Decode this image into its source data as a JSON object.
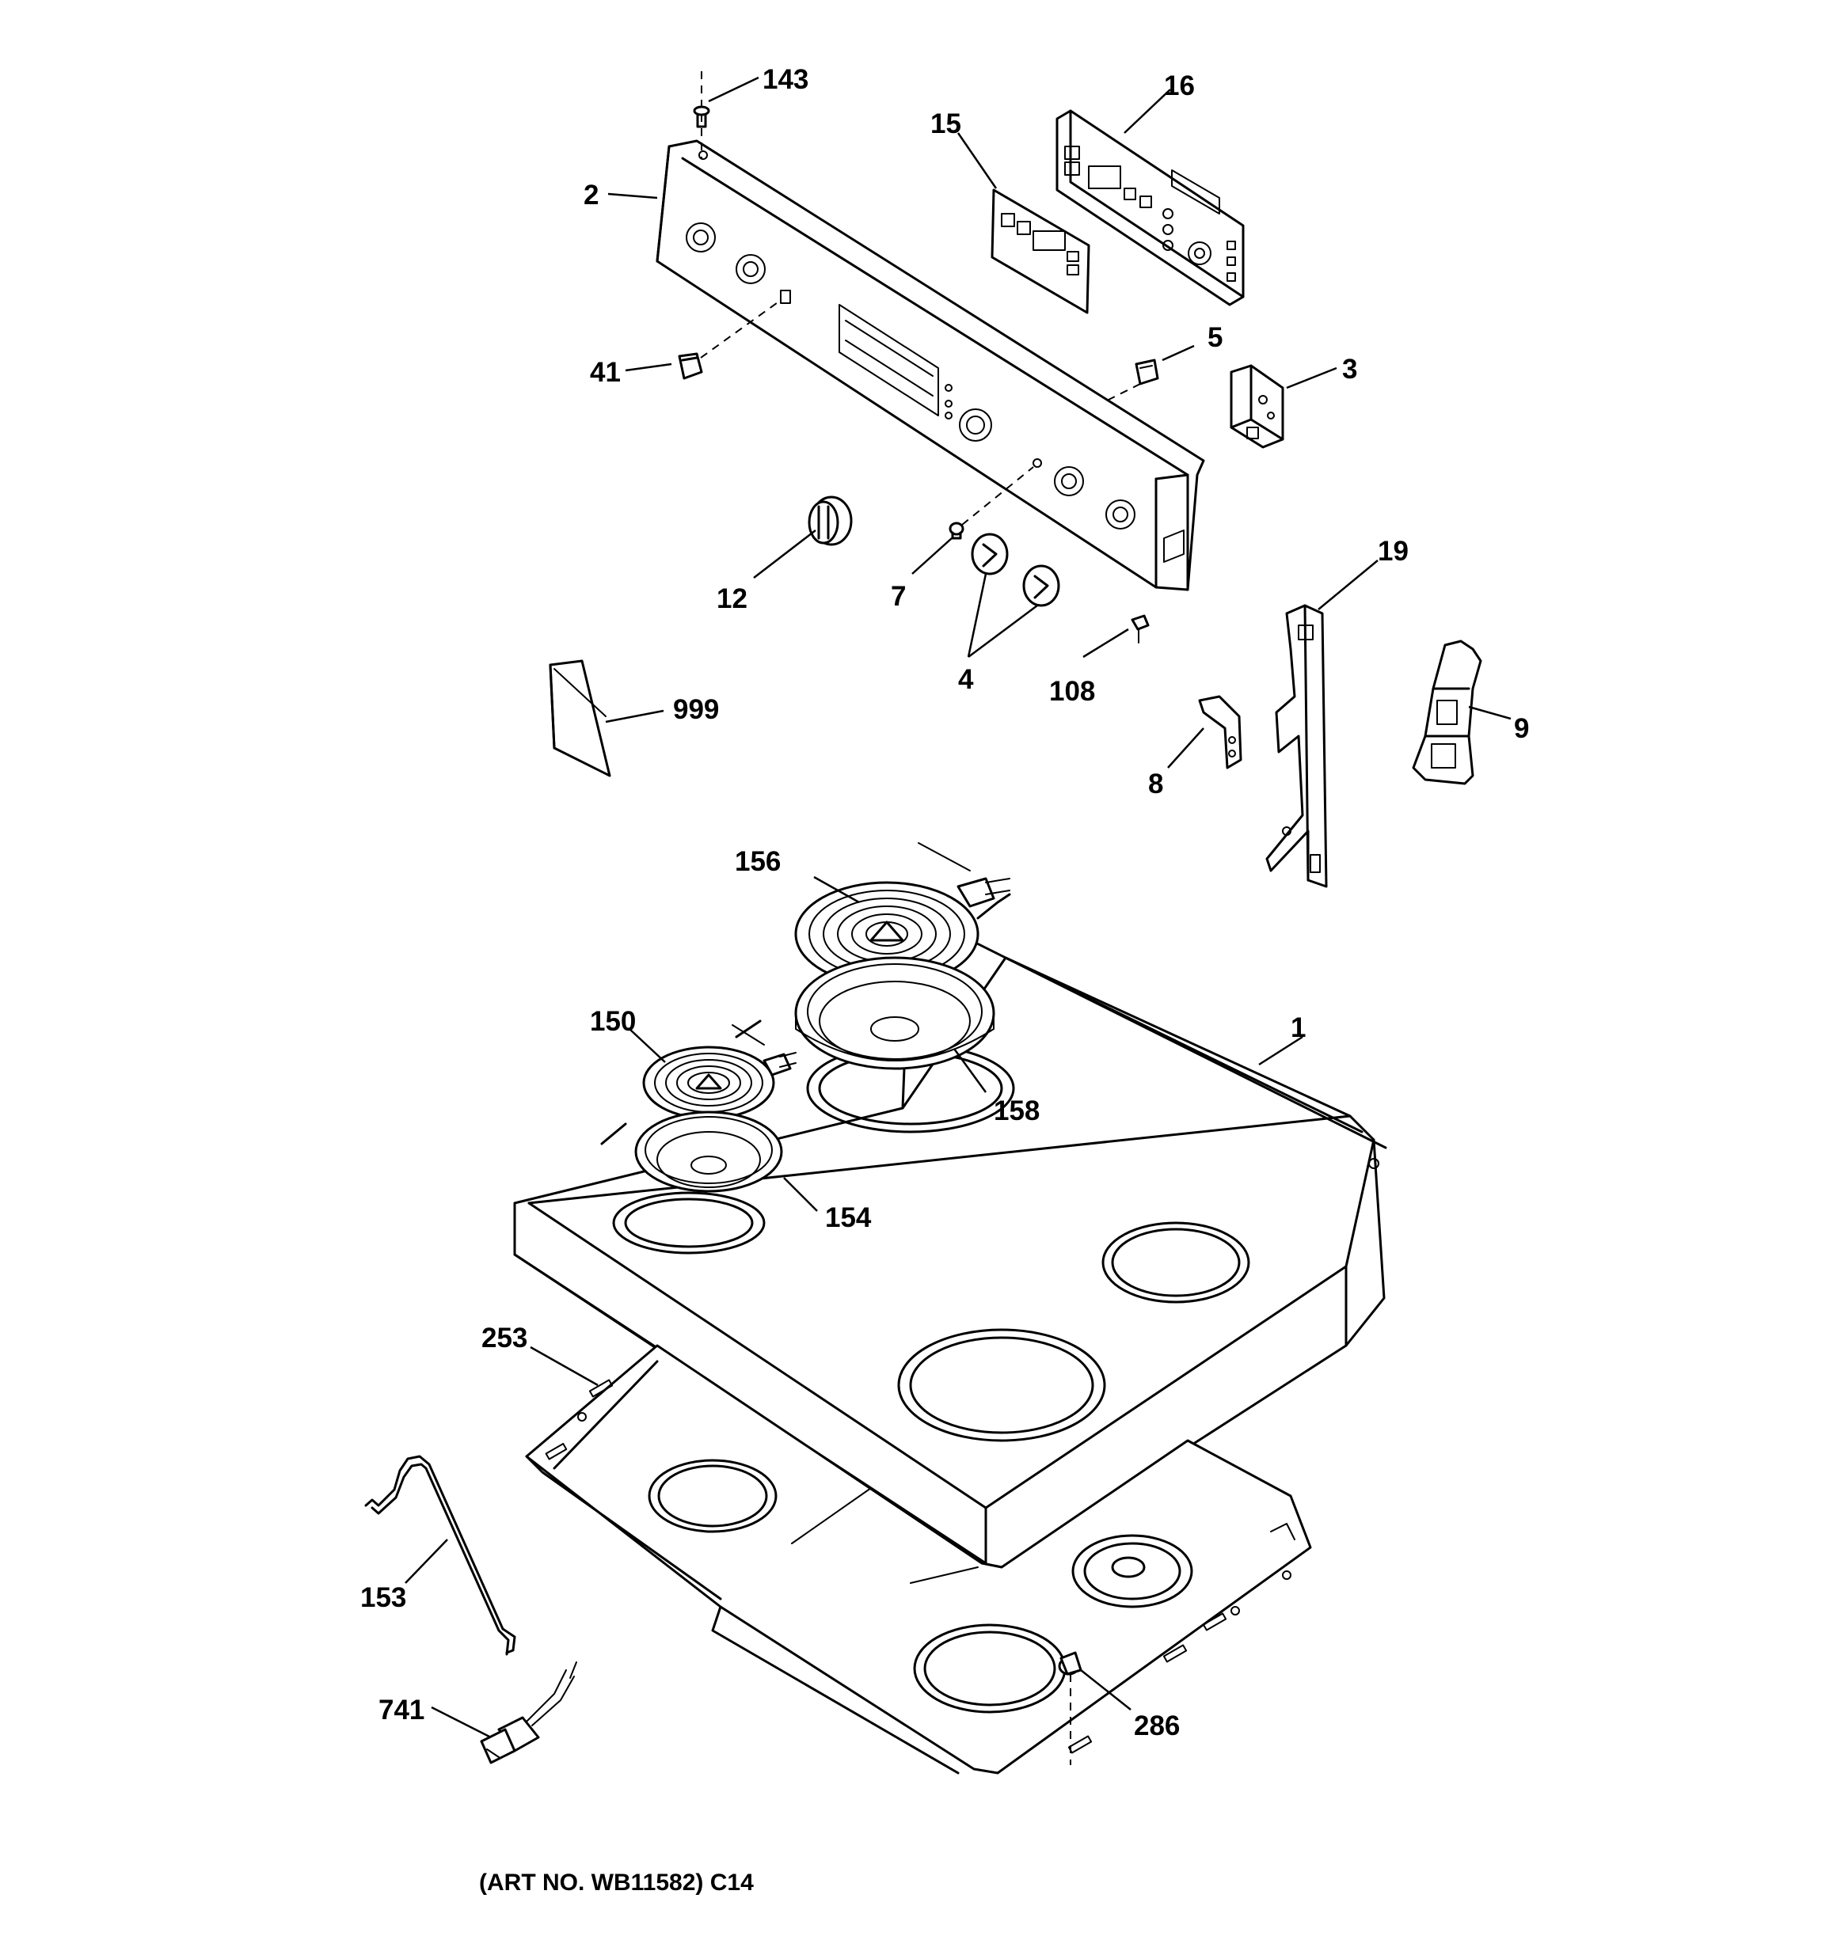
{
  "parts": [
    {
      "id": "143",
      "label": "143"
    },
    {
      "id": "16",
      "label": "16"
    },
    {
      "id": "15",
      "label": "15"
    },
    {
      "id": "2",
      "label": "2"
    },
    {
      "id": "41",
      "label": "41"
    },
    {
      "id": "5",
      "label": "5"
    },
    {
      "id": "3",
      "label": "3"
    },
    {
      "id": "12",
      "label": "12"
    },
    {
      "id": "7",
      "label": "7"
    },
    {
      "id": "4",
      "label": "4"
    },
    {
      "id": "108",
      "label": "108"
    },
    {
      "id": "19",
      "label": "19"
    },
    {
      "id": "999",
      "label": "999"
    },
    {
      "id": "8",
      "label": "8"
    },
    {
      "id": "9",
      "label": "9"
    },
    {
      "id": "156",
      "label": "156"
    },
    {
      "id": "150",
      "label": "150"
    },
    {
      "id": "1",
      "label": "1"
    },
    {
      "id": "158",
      "label": "158"
    },
    {
      "id": "154",
      "label": "154"
    },
    {
      "id": "253",
      "label": "253"
    },
    {
      "id": "153",
      "label": "153"
    },
    {
      "id": "741",
      "label": "741"
    },
    {
      "id": "286",
      "label": "286"
    }
  ],
  "caption": "(ART NO. WB11582) C14"
}
